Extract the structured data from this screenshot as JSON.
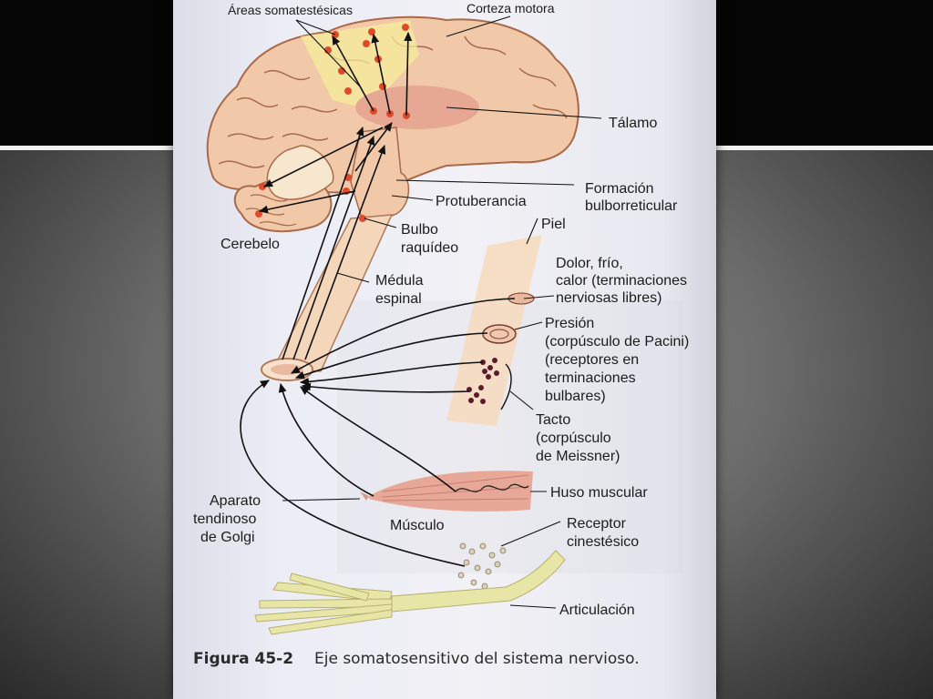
{
  "labels": {
    "areas_somatestesicas": "Áreas somatestésicas",
    "corteza_motora": "Corteza motora",
    "talamo": "Tálamo",
    "formacion_l1": "Formación",
    "formacion_l2": "bulborreticular",
    "protuberancia": "Protuberancia",
    "cerebelo": "Cerebelo",
    "bulbo_l1": "Bulbo",
    "bulbo_l2": "raquídeo",
    "medula_l1": "Médula",
    "medula_l2": "espinal",
    "piel": "Piel",
    "dolor_l1": "Dolor, frío,",
    "dolor_l2": "calor (terminaciones",
    "dolor_l3": "nerviosas libres)",
    "presion_l1": "Presión",
    "presion_l2": "(corpúsculo de Pacini)",
    "presion_l3": "(receptores en",
    "presion_l4": "terminaciones",
    "presion_l5": "bulbares)",
    "tacto_l1": "Tacto",
    "tacto_l2": "(corpúsculo",
    "tacto_l3": "de Meissner)",
    "huso": "Huso muscular",
    "aparato_l1": "Aparato",
    "aparato_l2": "tendinoso",
    "aparato_l3": "de Golgi",
    "musculo": "Músculo",
    "receptor_l1": "Receptor",
    "receptor_l2": "cinestésico",
    "articulacion": "Articulación"
  },
  "caption": {
    "number": "Figura 45-2",
    "text": "Eje somatosensitivo del sistema nervioso."
  },
  "colors": {
    "brain": "#f2c9a8",
    "brain_outline": "#a86a4a",
    "thalamus": "#e6a892",
    "sensory_area": "#f4ec9a",
    "neuron_dot": "#e04a2a",
    "skin": "#f6dcc0",
    "muscle": "#e8a898",
    "bone": "#e8e6a6"
  }
}
